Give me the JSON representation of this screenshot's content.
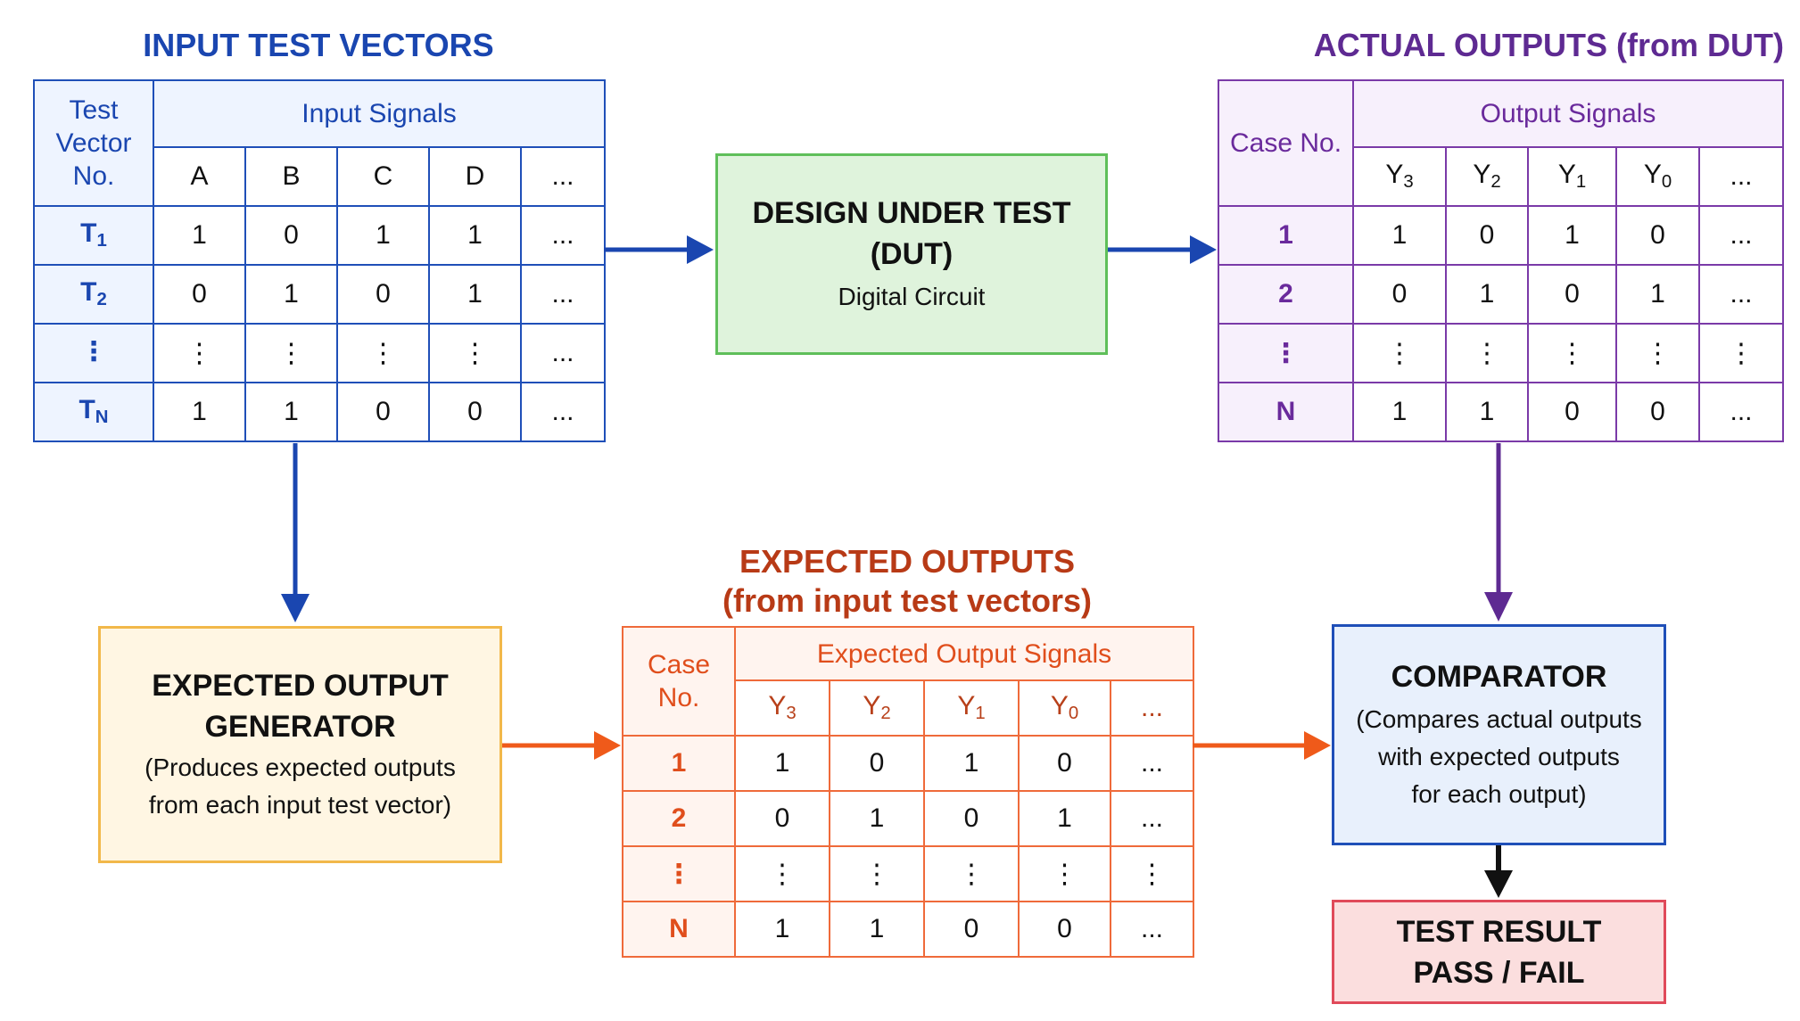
{
  "input_table": {
    "title": "INPUT TEST VECTORS",
    "header_label": "Test Vector No.",
    "group_label": "Input Signals",
    "columns": [
      "A",
      "B",
      "C",
      "D",
      "..."
    ],
    "rows": [
      {
        "label": "T",
        "sub": "1",
        "values": [
          "1",
          "0",
          "1",
          "1",
          "..."
        ]
      },
      {
        "label": "T",
        "sub": "2",
        "values": [
          "0",
          "1",
          "0",
          "1",
          "..."
        ]
      },
      {
        "label": "⋮",
        "sub": "",
        "values": [
          "⋮",
          "⋮",
          "⋮",
          "⋮",
          "..."
        ]
      },
      {
        "label": "T",
        "sub": "N",
        "values": [
          "1",
          "1",
          "0",
          "0",
          "..."
        ]
      }
    ]
  },
  "dut": {
    "title_line1": "DESIGN UNDER TEST",
    "title_line2": "(DUT)",
    "subtitle": "Digital Circuit"
  },
  "actual_table": {
    "title": "ACTUAL OUTPUTS (from DUT)",
    "header_label": "Case No.",
    "group_label": "Output Signals",
    "columns": [
      {
        "label": "Y",
        "sub": "3"
      },
      {
        "label": "Y",
        "sub": "2"
      },
      {
        "label": "Y",
        "sub": "1"
      },
      {
        "label": "Y",
        "sub": "0"
      },
      {
        "label": "...",
        "sub": ""
      }
    ],
    "rows": [
      {
        "label": "1",
        "values": [
          "1",
          "0",
          "1",
          "0",
          "..."
        ]
      },
      {
        "label": "2",
        "values": [
          "0",
          "1",
          "0",
          "1",
          "..."
        ]
      },
      {
        "label": "⋮",
        "values": [
          "⋮",
          "⋮",
          "⋮",
          "⋮",
          "⋮"
        ]
      },
      {
        "label": "N",
        "values": [
          "1",
          "1",
          "0",
          "0",
          "..."
        ]
      }
    ]
  },
  "generator": {
    "title_line1": "EXPECTED OUTPUT",
    "title_line2": "GENERATOR",
    "desc_line1": "(Produces expected outputs",
    "desc_line2": "from each input test vector)"
  },
  "expected_table": {
    "title_line1": "EXPECTED OUTPUTS",
    "title_line2": "(from input test vectors)",
    "header_label": "Case No.",
    "group_label": "Expected Output Signals",
    "columns": [
      {
        "label": "Y",
        "sub": "3"
      },
      {
        "label": "Y",
        "sub": "2"
      },
      {
        "label": "Y",
        "sub": "1"
      },
      {
        "label": "Y",
        "sub": "0"
      },
      {
        "label": "...",
        "sub": ""
      }
    ],
    "rows": [
      {
        "label": "1",
        "values": [
          "1",
          "0",
          "1",
          "0",
          "..."
        ]
      },
      {
        "label": "2",
        "values": [
          "0",
          "1",
          "0",
          "1",
          "..."
        ]
      },
      {
        "label": "⋮",
        "values": [
          "⋮",
          "⋮",
          "⋮",
          "⋮",
          "⋮"
        ]
      },
      {
        "label": "N",
        "values": [
          "1",
          "1",
          "0",
          "0",
          "..."
        ]
      }
    ]
  },
  "comparator": {
    "title": "COMPARATOR",
    "desc_line1": "(Compares actual outputs",
    "desc_line2": "with expected outputs",
    "desc_line3": "for each output)"
  },
  "result": {
    "line1": "TEST RESULT",
    "line2": "PASS / FAIL"
  },
  "colors": {
    "blue": "#1f4fb8",
    "purple": "#7a3aa8",
    "orange": "#ef6a3a",
    "green_fill": "#dff3dc",
    "green_border": "#5fbf5a",
    "yellow_fill": "#fff6e3",
    "yellow_border": "#f2b84a",
    "comparator_fill": "#e8f0fc",
    "result_fill": "#fbdede",
    "result_border": "#e04a5a"
  }
}
